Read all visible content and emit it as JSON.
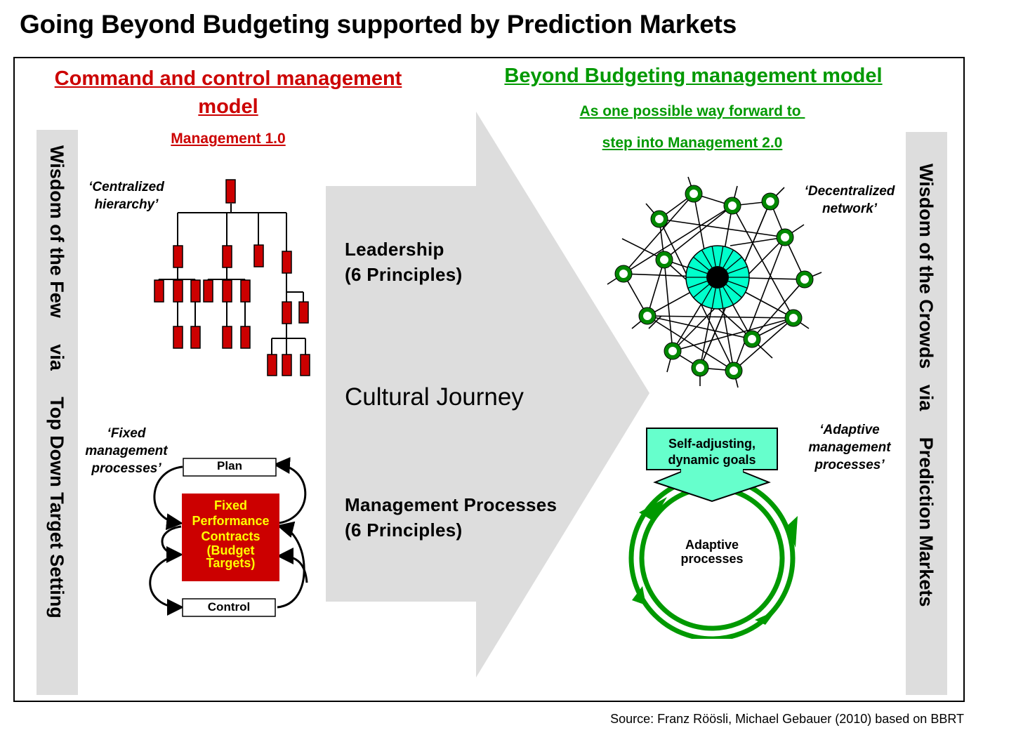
{
  "title": "Going Beyond Budgeting supported by Prediction Markets",
  "left_model": {
    "heading_line1": "Command and control management",
    "heading_line2": "model",
    "subheading": "Management 1.0",
    "side_label": "Wisdom of the Few     via     Top Down Target Setting",
    "hierarchy_note_line1": "‘Centralized",
    "hierarchy_note_line2": "hierarchy’",
    "process_note_line1": "‘Fixed",
    "process_note_line2": "management",
    "process_note_line3": "processes’",
    "plan_label": "Plan",
    "control_label": "Control",
    "center_box_lines": [
      "Fixed",
      "Performance",
      "Contracts",
      "(Budget",
      "Targets)"
    ]
  },
  "journey_arrow": {
    "leadership_line1": "Leadership",
    "leadership_line2": "(6 Principles)",
    "cultural": "Cultural Journey",
    "processes_line1": "Management Processes",
    "processes_line2": "(6 Principles)"
  },
  "right_model": {
    "heading": "Beyond Budgeting management model",
    "sub_line1": "As one possible way forward to ",
    "sub_line2": "step into Management 2.0",
    "side_label": "Wisdom of the Crowds   via     Prediction Markets",
    "network_note_line1": "‘Decentralized",
    "network_note_line2": "network’",
    "process_note_line1": "‘Adaptive",
    "process_note_line2": "management",
    "process_note_line3": "processes’",
    "goals_line1": "Self-adjusting,",
    "goals_line2": "dynamic goals",
    "cycle_line1": "Adaptive",
    "cycle_line2": "processes"
  },
  "colors": {
    "red": "#cc0000",
    "green": "#009900",
    "yellow_text": "#ffff00",
    "gray_panel": "#dddddd",
    "teal": "#00ffcc",
    "mint": "#66ffcc"
  },
  "source": "Source: Franz Röösli, Michael Gebauer (2010) based on BBRT"
}
